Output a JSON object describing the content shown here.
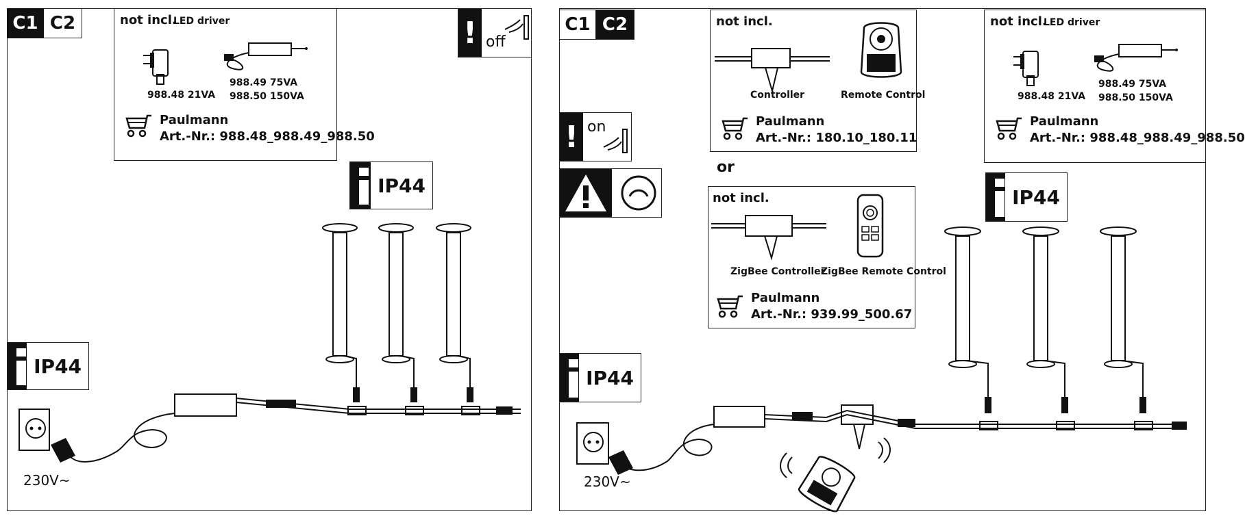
{
  "left": {
    "tab": {
      "c1": "C1",
      "c2": "C2"
    },
    "notincl": {
      "title": "not incl.",
      "subtitle": "LED driver",
      "item1": "988.48  21VA",
      "item2a": "988.49  75VA",
      "item2b": "988.50  150VA",
      "brand": "Paulmann",
      "art": "Art.-Nr.: 988.48_988.49_988.50"
    },
    "switch_label": "off",
    "ip_top": "IP44",
    "ip_bottom": "IP44",
    "voltage": "230V~"
  },
  "right": {
    "tab": {
      "c1": "C1",
      "c2": "C2"
    },
    "switch_label": "on",
    "controller_box": {
      "title": "not incl.",
      "controller": "Controller",
      "remote": "Remote Control",
      "brand": "Paulmann",
      "art": "Art.-Nr.: 180.10_180.11"
    },
    "or": "or",
    "zigbee_box": {
      "title": "not incl.",
      "controller": "ZigBee Controller",
      "remote": "ZigBee Remote Control",
      "brand": "Paulmann",
      "art": "Art.-Nr.: 939.99_500.67"
    },
    "driver_box": {
      "title": "not incl.",
      "subtitle": "LED driver",
      "item1": "988.48  21VA",
      "item2a": "988.49  75VA",
      "item2b": "988.50  150VA",
      "brand": "Paulmann",
      "art": "Art.-Nr.: 988.48_988.49_988.50"
    },
    "ip_top": "IP44",
    "ip_bottom": "IP44",
    "voltage": "230V~"
  },
  "icons": {
    "cart": "shopping-cart-icon",
    "info": "info-icon",
    "exclamation": "exclamation-icon",
    "warning": "warning-triangle-icon",
    "dimmer": "dimmer-icon"
  }
}
